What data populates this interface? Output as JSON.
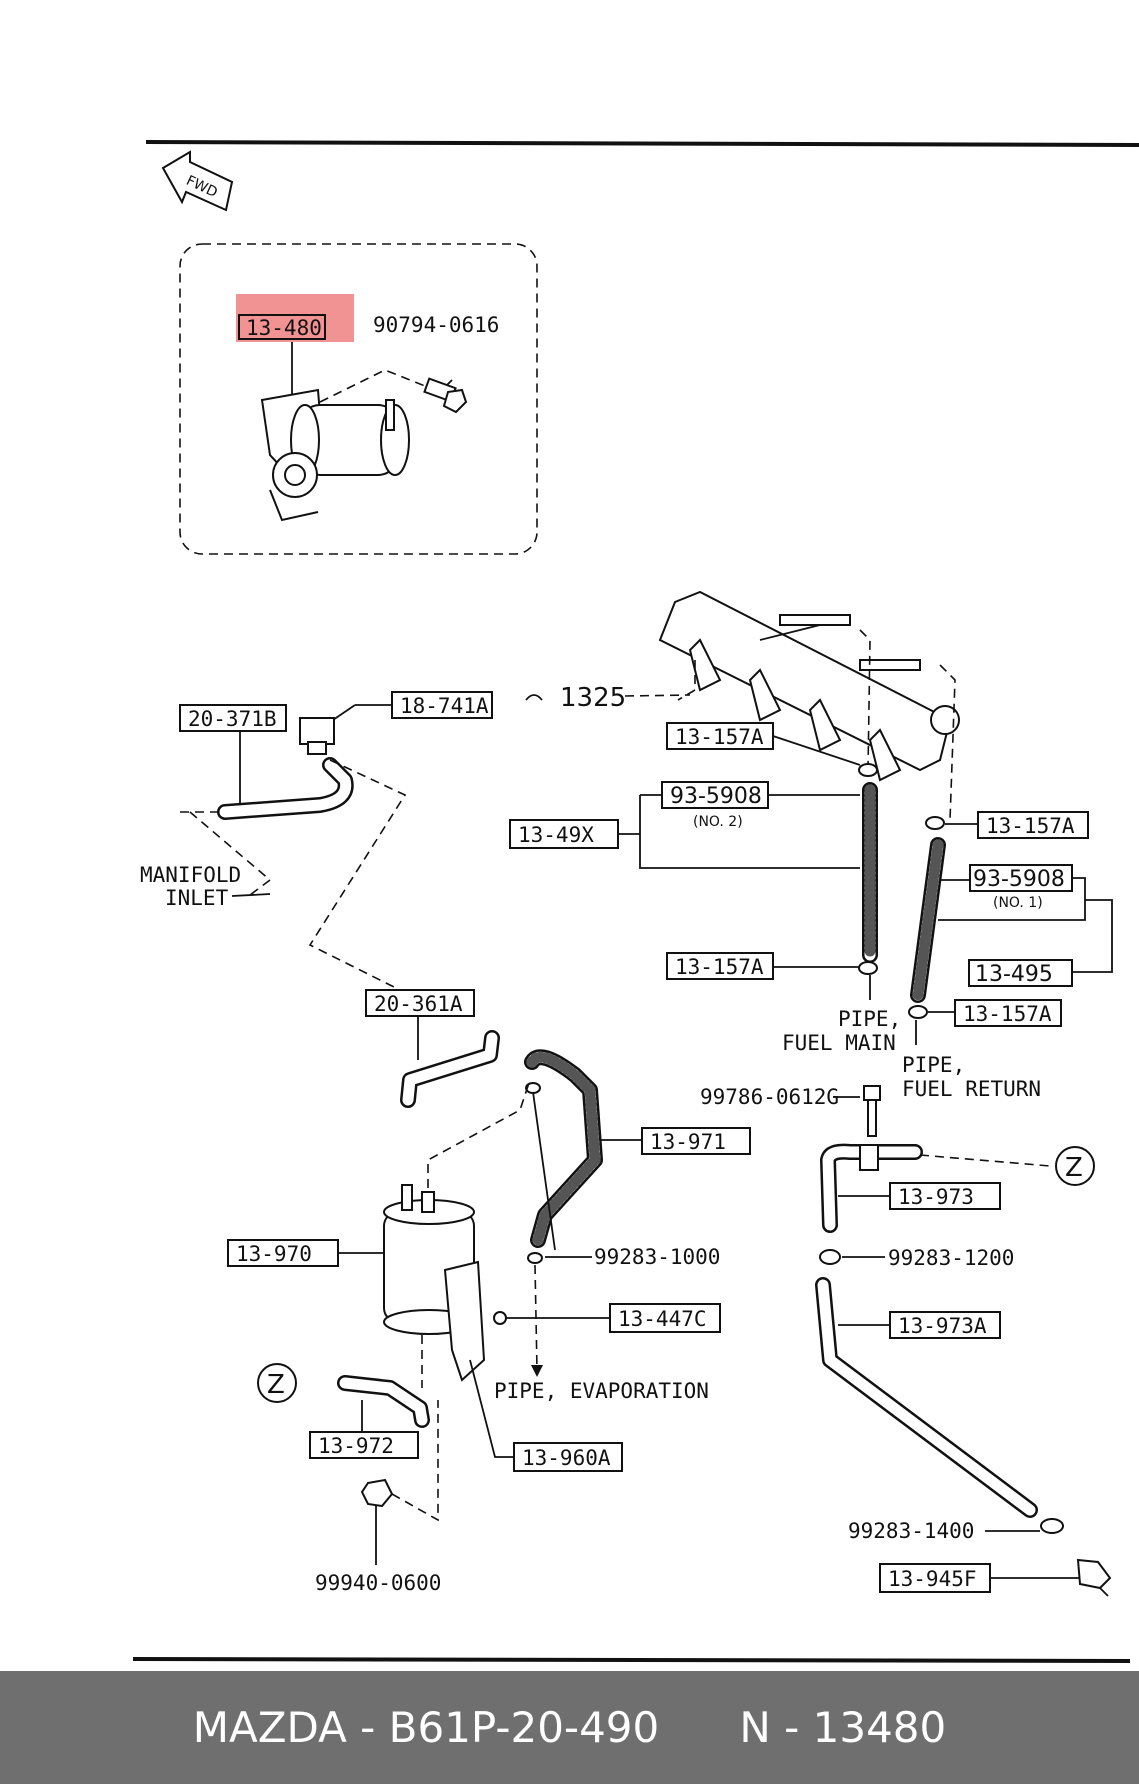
{
  "diagram": {
    "direction_label": "FWD",
    "highlighted_part": "13-480",
    "labels": {
      "p13_480": "13-480",
      "p90794_0616": "90794-0616",
      "p20_371B": "20-371B",
      "p18_741A": "18-741A",
      "manifold": "MANIFOLD",
      "inlet": "INLET",
      "p1325": "1325",
      "p13_157A_1": "13-157A",
      "p93_5908_a": "93-5908",
      "no2": "(NO. 2)",
      "p13_49X": "13-49X",
      "p13_157A_2": "13-157A",
      "p93_5908_b": "93-5908",
      "no1": "(NO. 1)",
      "p13_157A_3": "13-157A",
      "p13_495": "13-495",
      "p13_157A_4": "13-157A",
      "pipe_a": "PIPE,",
      "fuel_main": "FUEL MAIN",
      "pipe_b": "PIPE,",
      "fuel_return": "FUEL RETURN",
      "p20_361A": "20-361A",
      "p99786_0612G": "99786-0612G",
      "p13_971": "13-971",
      "z1": "Z",
      "p13_973": "13-973",
      "p13_970": "13-970",
      "p99283_1000": "99283-1000",
      "p99283_1200": "99283-1200",
      "p13_447C": "13-447C",
      "p13_973A": "13-973A",
      "pipe_evap": "PIPE, EVAPORATION",
      "z2": "Z",
      "p13_972": "13-972",
      "p13_960A": "13-960A",
      "p99283_1400": "99283-1400",
      "p13_945F": "13-945F",
      "p99940_0600": "99940-0600"
    }
  },
  "footer": {
    "brand_part": "MAZDA - B61P-20-490",
    "oem_ref": "N - 13480"
  },
  "colors": {
    "highlight": "#f08080",
    "footer_bg": "#6f6f6f",
    "line": "#111111"
  }
}
